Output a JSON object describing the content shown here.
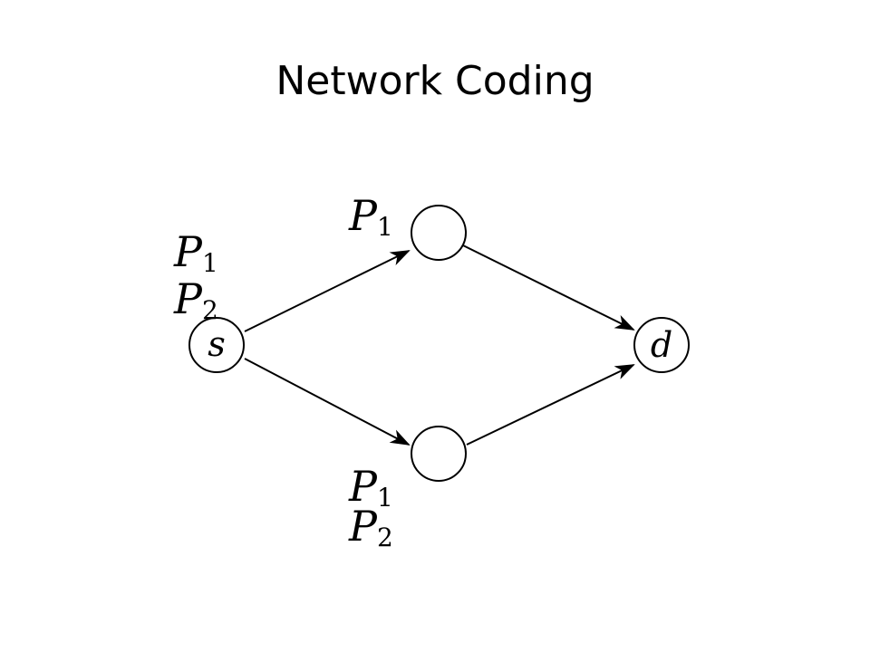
{
  "title": "Network Coding",
  "nodes": {
    "source": "s",
    "destination": "d",
    "top_relay": "",
    "bottom_relay": ""
  },
  "labels": {
    "source": [
      {
        "letter": "P",
        "sub": "1"
      },
      {
        "letter": "P",
        "sub": "2"
      }
    ],
    "top_edge": [
      {
        "letter": "P",
        "sub": "1"
      }
    ],
    "bottom_edge": [
      {
        "letter": "P",
        "sub": "1"
      },
      {
        "letter": "P",
        "sub": "2"
      }
    ]
  },
  "colors": {
    "stroke": "#000000",
    "background": "#ffffff"
  }
}
